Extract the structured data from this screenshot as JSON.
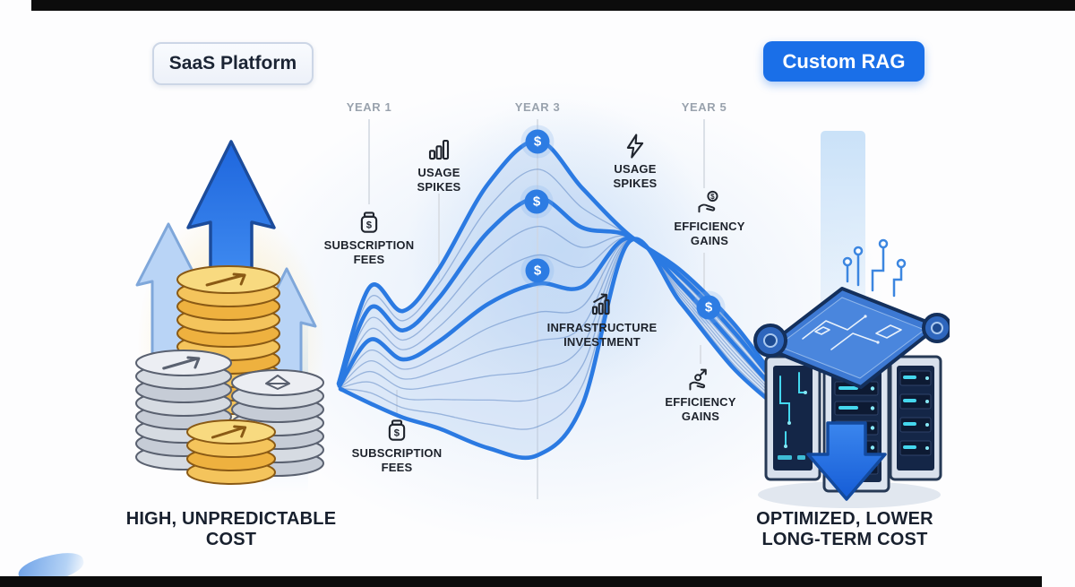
{
  "badges": {
    "saas": "SaaS Platform",
    "rag": "Custom RAG"
  },
  "years": {
    "y1": "YEAR 1",
    "y3": "YEAR 3",
    "y5": "YEAR 5"
  },
  "labels": {
    "subscription_fees_top": {
      "l1": "SUBSCRIPTION",
      "l2": "FEES"
    },
    "usage_spikes_left": {
      "l1": "USAGE",
      "l2": "SPIKES"
    },
    "usage_spikes_right": {
      "l1": "USAGE",
      "l2": "SPIKES"
    },
    "efficiency_gains_top": {
      "l1": "EFFICIENCY",
      "l2": "GAINS"
    },
    "infrastructure_investment": {
      "l1": "INFRASTRUCTURE",
      "l2": "INVESTMENT"
    },
    "efficiency_gains_bottom": {
      "l1": "EFFICIENCY",
      "l2": "GAINS"
    },
    "subscription_fees_bottom": {
      "l1": "SUBSCRIPTION",
      "l2": "FEES"
    }
  },
  "captions": {
    "saas": {
      "l1": "HIGH, UNPREDICTABLE",
      "l2": "COST"
    },
    "rag": {
      "l1": "OPTIMIZED, LOWER",
      "l2": "LONG-TERM COST"
    }
  },
  "markers": {
    "dollar": "$"
  },
  "colors": {
    "accent": "#1a6fe8",
    "curve_thick": "#2b7ae2",
    "curve_thin": "#6088c4",
    "year_text": "#99a2ad",
    "label_text": "#1d222b",
    "caption_text": "#18202e"
  }
}
